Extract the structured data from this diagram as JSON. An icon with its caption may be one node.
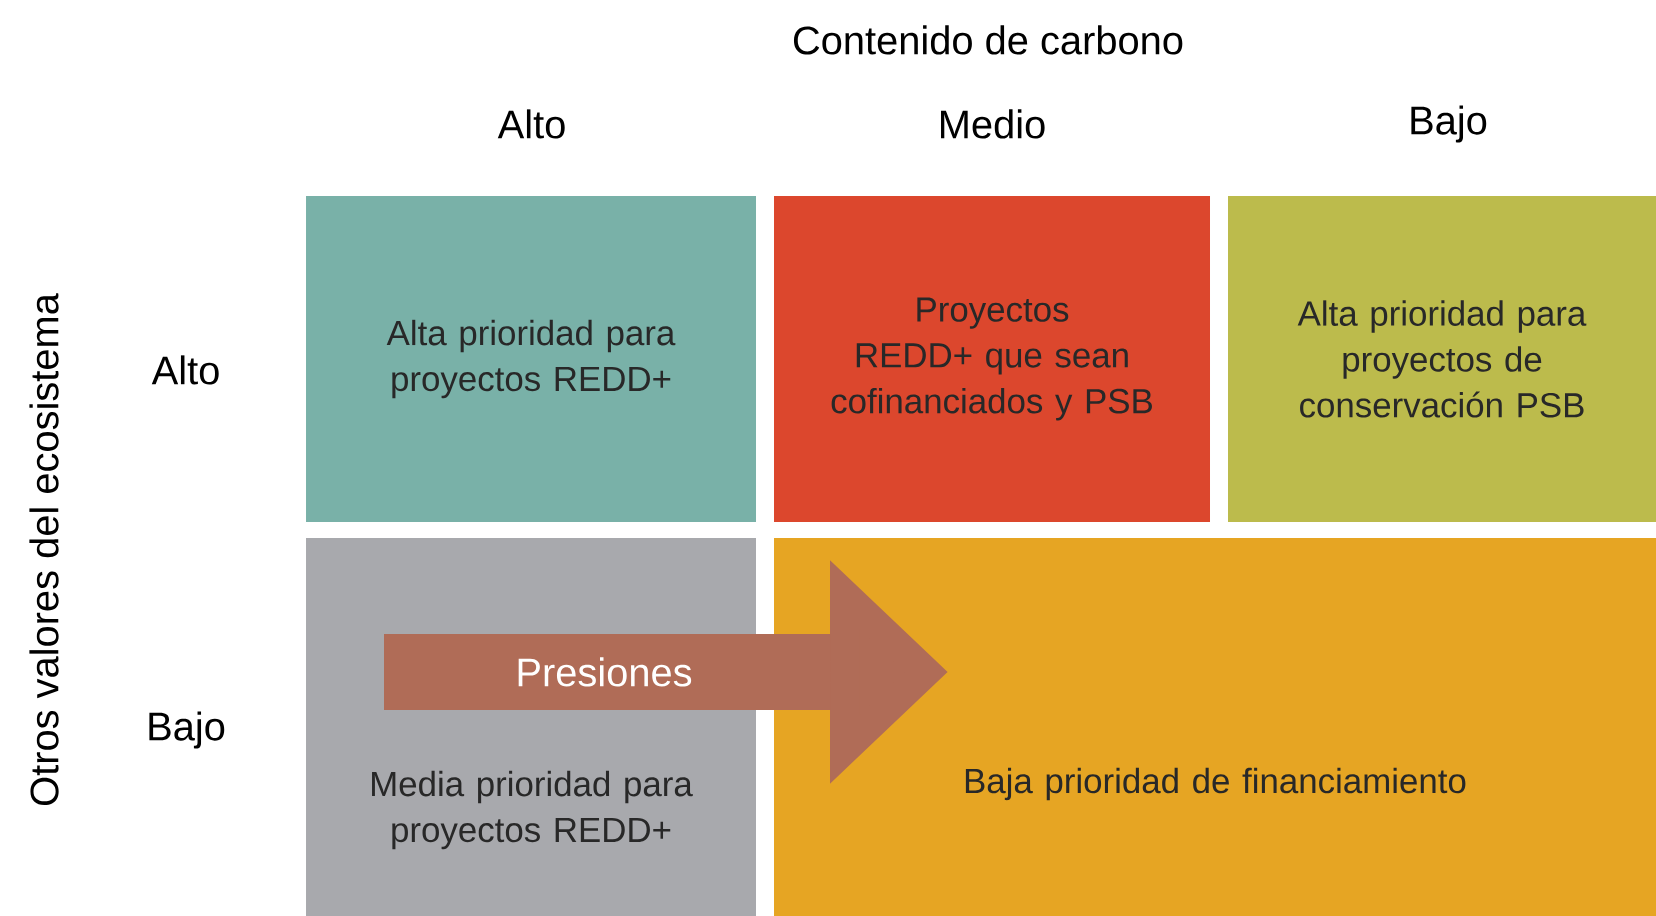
{
  "diagram": {
    "title": "Contenido de carbono",
    "nodes": [
      {
        "text": [
          "Alta prioridad para proyectos REDD+"
        ]
      },
      {
        "text": [
          "Proyectos REDD+ que sean cofinanciados y PSB"
        ]
      },
      {
        "text": [
          "Alta prioridad para proyectos de conservación PSB"
        ]
      },
      {
        "text": [
          "Media prioridad para proyectos REDD+"
        ]
      },
      {
        "text": [
          "Baja prioridad de financiamiento"
        ]
      }
    ],
    "edges": [
      {
        "from": 3,
        "to": 4,
        "arrow": "to",
        "label": "Presiones"
      }
    ],
    "labels": [
      "Alto",
      "Medio",
      "Bajo",
      "Otros valores del ecosistema",
      "Alto",
      "Bajo"
    ]
  }
}
